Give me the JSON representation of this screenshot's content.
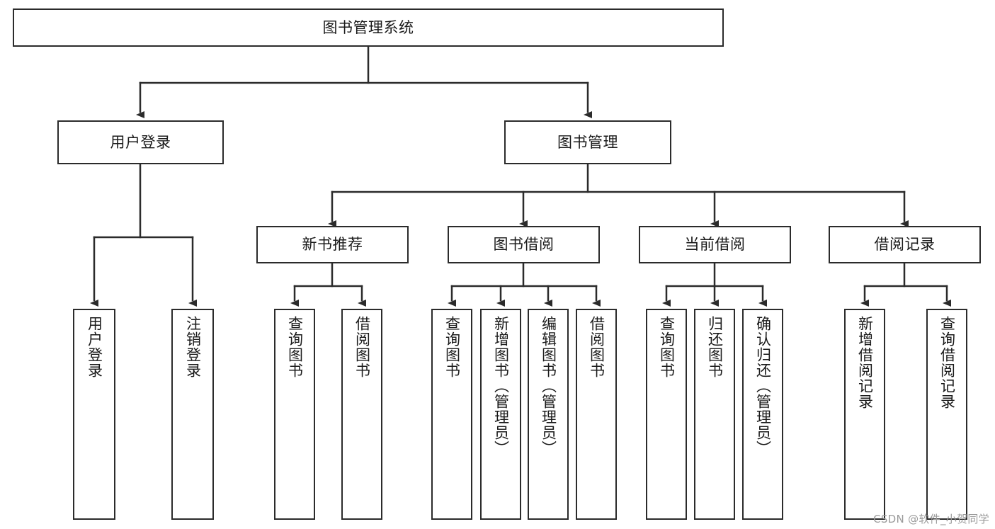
{
  "diagram": {
    "title": "图书管理系统",
    "type": "tree",
    "watermark": "CSDN @软件_小贺同学",
    "colors": {
      "stroke": "#2b2b2b",
      "fill": "#ffffff",
      "text": "#1a1a1a",
      "watermark": "#9b9b9b"
    },
    "nodes": {
      "root": {
        "label": "图书管理系统",
        "level": 0
      },
      "level1": [
        {
          "id": "user-login",
          "label": "用户登录"
        },
        {
          "id": "book-management",
          "label": "图书管理"
        }
      ],
      "level2": [
        {
          "id": "new-book-recommend",
          "label": "新书推荐",
          "parent": "book-management"
        },
        {
          "id": "book-borrow",
          "label": "图书借阅",
          "parent": "book-management"
        },
        {
          "id": "current-borrow",
          "label": "当前借阅",
          "parent": "book-management"
        },
        {
          "id": "borrow-record",
          "label": "借阅记录",
          "parent": "book-management"
        }
      ],
      "leaves": [
        {
          "id": "leaf-user-login",
          "label": "用户登录",
          "parent": "user-login"
        },
        {
          "id": "leaf-user-logout",
          "label": "注销登录",
          "parent": "user-login"
        },
        {
          "id": "leaf-query-book-1",
          "label": "查询图书",
          "parent": "new-book-recommend"
        },
        {
          "id": "leaf-borrow-book-1",
          "label": "借阅图书",
          "parent": "new-book-recommend"
        },
        {
          "id": "leaf-query-book-2",
          "label": "查询图书",
          "parent": "book-borrow"
        },
        {
          "id": "leaf-add-book",
          "label": "新增图书（管理员）",
          "parent": "book-borrow"
        },
        {
          "id": "leaf-edit-book",
          "label": "编辑图书（管理员）",
          "parent": "book-borrow"
        },
        {
          "id": "leaf-borrow-book-2",
          "label": "借阅图书",
          "parent": "book-borrow"
        },
        {
          "id": "leaf-query-book-3",
          "label": "查询图书",
          "parent": "current-borrow"
        },
        {
          "id": "leaf-return-book",
          "label": "归还图书",
          "parent": "current-borrow"
        },
        {
          "id": "leaf-confirm-return",
          "label": "确认归还（管理员）",
          "parent": "current-borrow"
        },
        {
          "id": "leaf-add-record",
          "label": "新增借阅记录",
          "parent": "borrow-record"
        },
        {
          "id": "leaf-query-record",
          "label": "查询借阅记录",
          "parent": "borrow-record"
        }
      ]
    }
  }
}
